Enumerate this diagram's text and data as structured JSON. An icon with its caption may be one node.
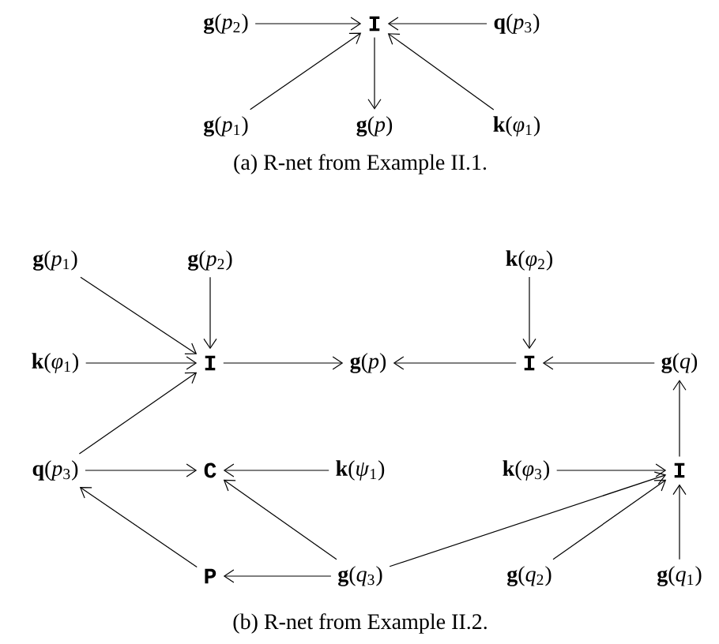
{
  "diagram": {
    "nodes": [
      {
        "text": [
          "**g**(*p*$_{2}$)"
        ]
      },
      {
        "text": [
          "I"
        ]
      },
      {
        "text": [
          "**q**(*p*$_{3}$)"
        ]
      },
      {
        "text": [
          "**g**(*p*$_{1}$)"
        ]
      },
      {
        "text": [
          "**g**(*p*)"
        ]
      },
      {
        "text": [
          "**k**(*φ*$_{1}$)"
        ]
      },
      {
        "text": [
          "**g**(*p*$_{1}$)"
        ]
      },
      {
        "text": [
          "**g**(*p*$_{2}$)"
        ]
      },
      {
        "text": [
          "**k**(*φ*$_{2}$)"
        ]
      },
      {
        "text": [
          "**k**(*φ*$_{1}$)"
        ]
      },
      {
        "text": [
          "I"
        ]
      },
      {
        "text": [
          "**g**(*p*)"
        ]
      },
      {
        "text": [
          "I"
        ]
      },
      {
        "text": [
          "**g**(*q*)"
        ]
      },
      {
        "text": [
          "**q**(*p*$_{3}$)"
        ]
      },
      {
        "text": [
          "C"
        ]
      },
      {
        "text": [
          "**k**(*ψ*$_{1}$)"
        ]
      },
      {
        "text": [
          "**k**(*φ*$_{3}$)"
        ]
      },
      {
        "text": [
          "I"
        ]
      },
      {
        "text": [
          "P"
        ]
      },
      {
        "text": [
          "**g**(*q*$_{3}$)"
        ]
      },
      {
        "text": [
          "**g**(*q*$_{2}$)"
        ]
      },
      {
        "text": [
          "**g**(*q*$_{1}$)"
        ]
      }
    ],
    "edges": [
      {
        "from": 0,
        "to": 1,
        "arrow": "to"
      },
      {
        "from": 2,
        "to": 1,
        "arrow": "to"
      },
      {
        "from": 3,
        "to": 1,
        "arrow": "to"
      },
      {
        "from": 5,
        "to": 1,
        "arrow": "to"
      },
      {
        "from": 1,
        "to": 4,
        "arrow": "to"
      },
      {
        "from": 6,
        "to": 10,
        "arrow": "to"
      },
      {
        "from": 7,
        "to": 10,
        "arrow": "to"
      },
      {
        "from": 9,
        "to": 10,
        "arrow": "to"
      },
      {
        "from": 14,
        "to": 10,
        "arrow": "to"
      },
      {
        "from": 10,
        "to": 11,
        "arrow": "to"
      },
      {
        "from": 8,
        "to": 12,
        "arrow": "to"
      },
      {
        "from": 13,
        "to": 12,
        "arrow": "to"
      },
      {
        "from": 12,
        "to": 11,
        "arrow": "to"
      },
      {
        "from": 18,
        "to": 13,
        "arrow": "to"
      },
      {
        "from": 14,
        "to": 15,
        "arrow": "to"
      },
      {
        "from": 16,
        "to": 15,
        "arrow": "to"
      },
      {
        "from": 20,
        "to": 15,
        "arrow": "to"
      },
      {
        "from": 20,
        "to": 19,
        "arrow": "to"
      },
      {
        "from": 19,
        "to": 14,
        "arrow": "to"
      },
      {
        "from": 17,
        "to": 18,
        "arrow": "to"
      },
      {
        "from": 20,
        "to": 18,
        "arrow": "to"
      },
      {
        "from": 21,
        "to": 18,
        "arrow": "to"
      },
      {
        "from": 22,
        "to": 18,
        "arrow": "to"
      }
    ],
    "labels": [
      "(a) R-net from Example II.1.",
      "(b) R-net from Example II.2."
    ]
  }
}
